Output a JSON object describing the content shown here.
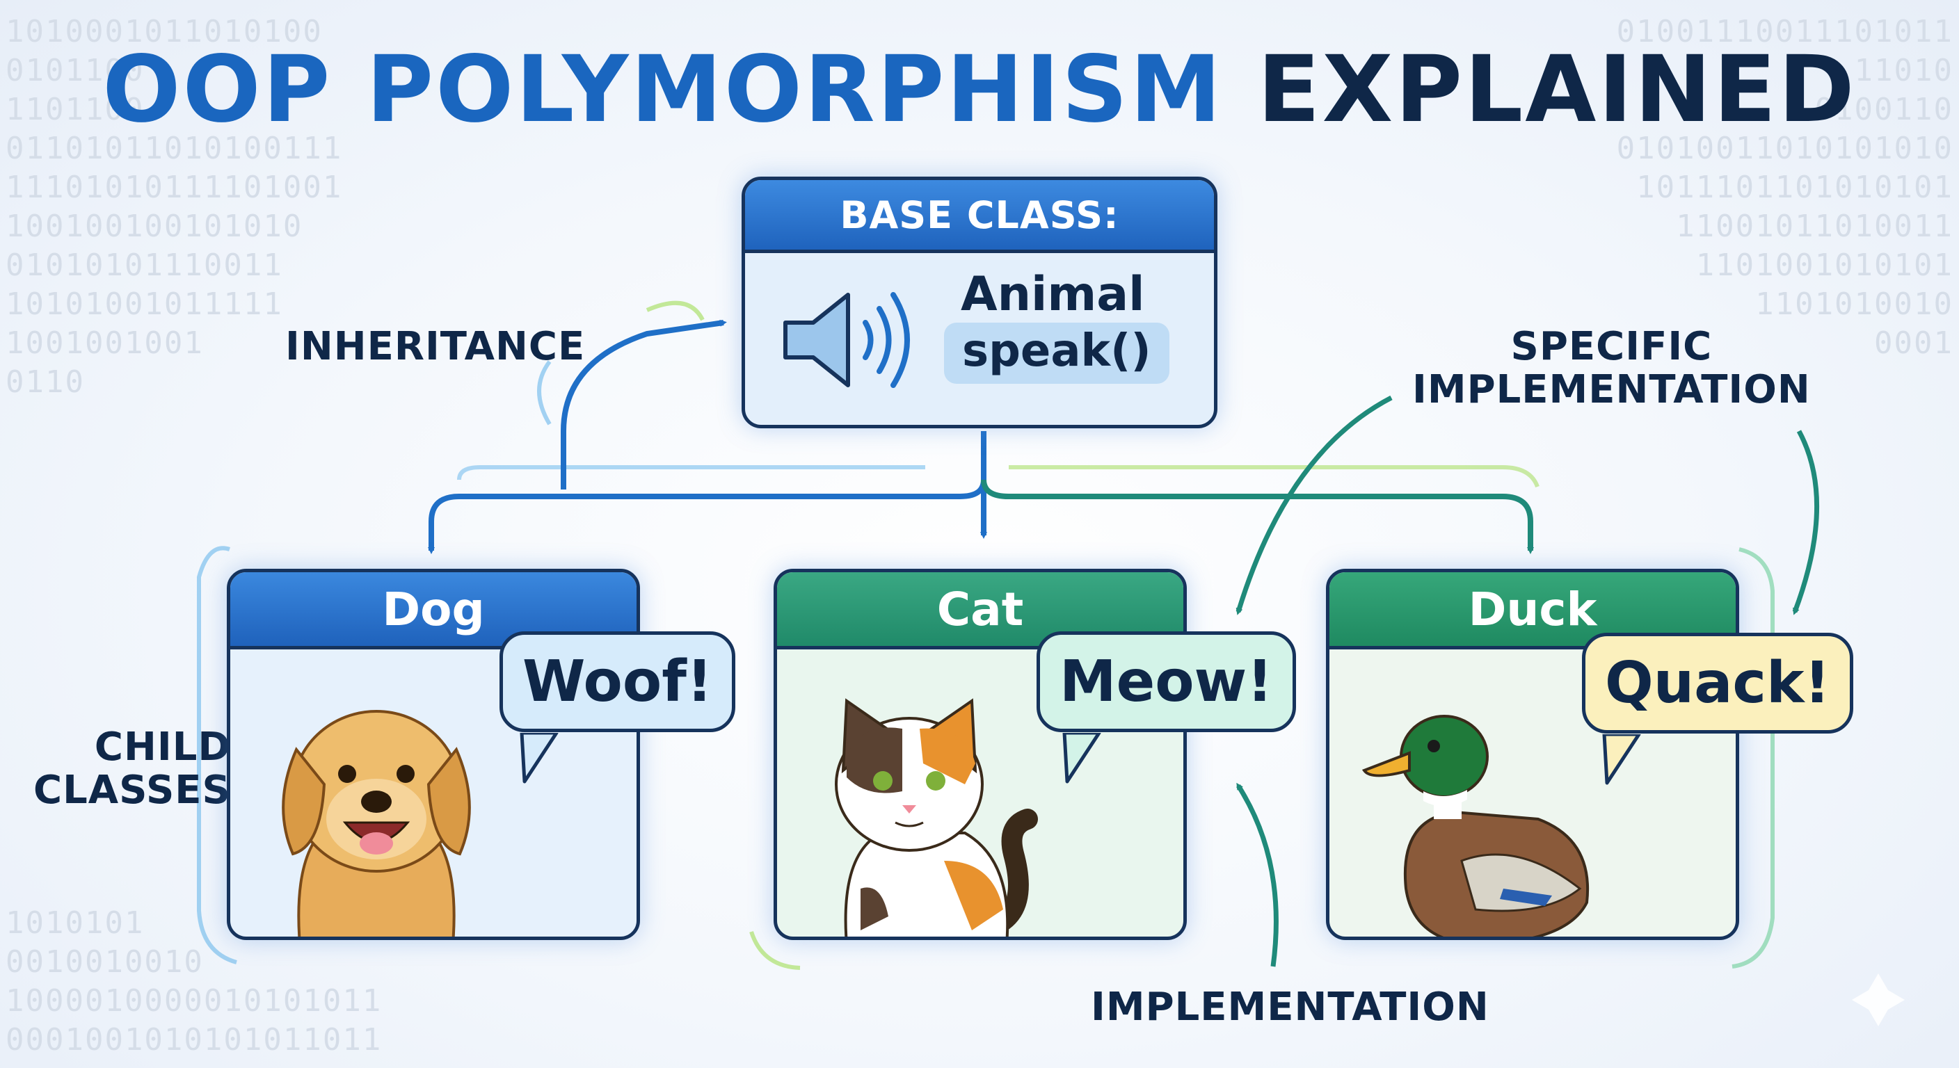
{
  "title": {
    "part1": "OOP POLYMORPHISM",
    "part2": "EXPLAINED"
  },
  "base_class": {
    "header": "BASE CLASS:",
    "name": "Animal",
    "method": "speak()",
    "icon": "speaker-icon"
  },
  "labels": {
    "inheritance": "INHERITANCE",
    "specific_line1": "SPECIFIC",
    "specific_line2": "IMPLEMENTATION",
    "child_line1": "CHILD",
    "child_line2": "CLASSES",
    "implementation": "IMPLEMENTATION"
  },
  "children": [
    {
      "name": "Dog",
      "sound": "Woof!",
      "icon": "dog-illustration"
    },
    {
      "name": "Cat",
      "sound": "Meow!",
      "icon": "cat-illustration"
    },
    {
      "name": "Duck",
      "sound": "Quack!",
      "icon": "duck-illustration"
    }
  ],
  "colors": {
    "title_blue": "#1a66bf",
    "title_navy": "#0f2748",
    "dog_header": "#1f62bc",
    "cat_header": "#208a69",
    "duck_header": "#1f8a61",
    "arrow_blue": "#1f6fc7",
    "arrow_teal": "#1f8a7a"
  }
}
